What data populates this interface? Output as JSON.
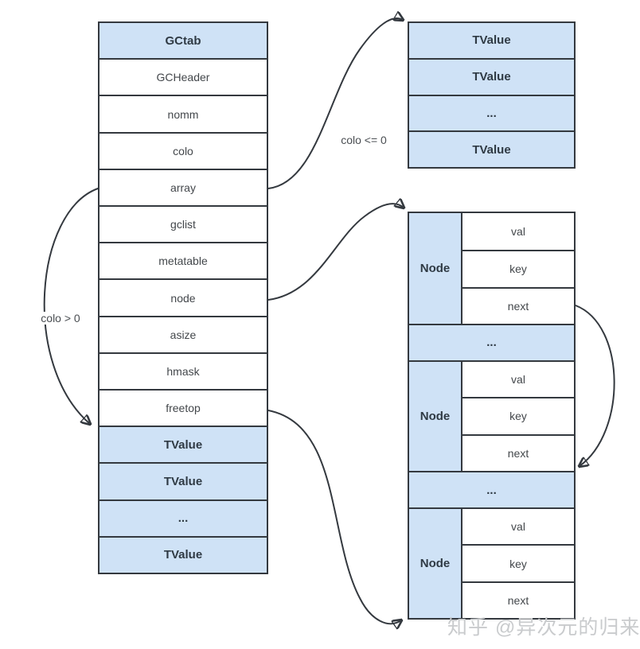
{
  "gctab": {
    "title": "GCtab",
    "fields": [
      "GCHeader",
      "nomm",
      "colo",
      "array",
      "gclist",
      "metatable",
      "node",
      "asize",
      "hmask",
      "freetop"
    ],
    "array_slots": [
      "TValue",
      "TValue",
      "...",
      "TValue"
    ]
  },
  "array_part": {
    "slots": [
      "TValue",
      "TValue",
      "...",
      "TValue"
    ]
  },
  "hash_part": {
    "separator": "...",
    "groups": [
      {
        "label": "Node",
        "cells": [
          "val",
          "key",
          "next"
        ]
      },
      {
        "label": "Node",
        "cells": [
          "val",
          "key",
          "next"
        ]
      },
      {
        "label": "Node",
        "cells": [
          "val",
          "key",
          "next"
        ]
      }
    ]
  },
  "edge_labels": {
    "array_case": "colo <= 0",
    "colo_case": "colo > 0"
  },
  "watermark": "知乎 @异次元的归来",
  "colors": {
    "highlight_fill": "#cfe2f6",
    "border": "#34393f",
    "text": "#43474b",
    "watermark": "#c9cbcd"
  }
}
